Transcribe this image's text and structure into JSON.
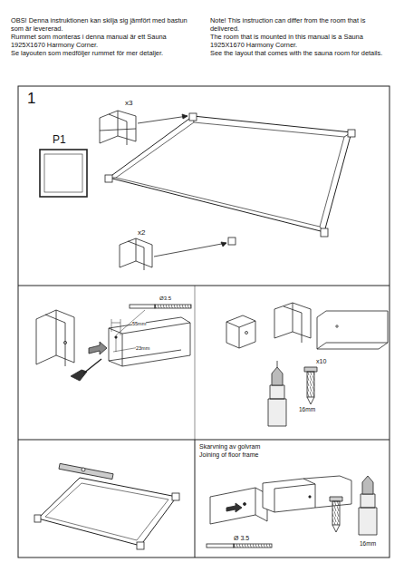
{
  "diagram": {
    "labels": [
      "OBS! Denna instruktionen kan skilja sig jämfört med bastun som är levererad.",
      "Rummet som monteras i denna manual är ett Sauna 1925X1670 Harmony Corner.",
      "Se layouten som medföljer rummet för mer detaljer.",
      "Note! This instruction can differ from the room that is delivered.",
      "The room that is mounted in this manual is a Sauna 1925X1670 Harmony Corner.",
      "See the layout that comes with the sauna room for details.",
      "1",
      "P1",
      "x3",
      "x2",
      "Ø3.5",
      "55mm",
      "23mm",
      "x10",
      "16mm",
      "Skarvning av golvram",
      "Joining of floor frame",
      "Ø 3.5",
      "16mm"
    ]
  }
}
